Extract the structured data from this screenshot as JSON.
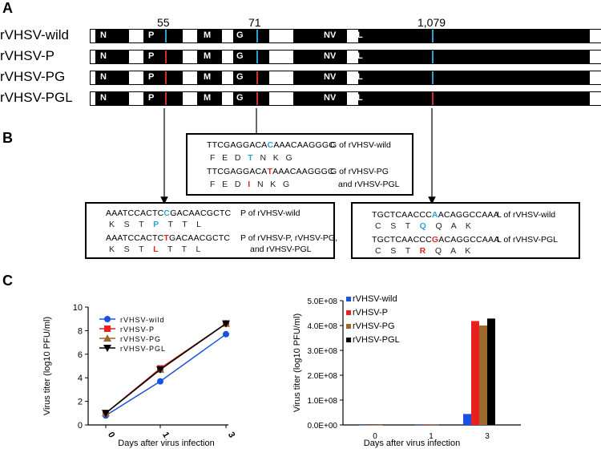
{
  "panel_letters": {
    "a": "A",
    "b": "B",
    "c": "C"
  },
  "panel_a": {
    "positions": [
      "55",
      "71",
      "1,079"
    ],
    "genes": [
      "N",
      "P",
      "M",
      "G",
      "NV",
      "L"
    ],
    "constructs": [
      "rVHSV-wild",
      "rVHSV-P",
      "rVHSV-PG",
      "rVHSV-PGL"
    ]
  },
  "panel_b": {
    "g_box": {
      "seq1_pre": "TTCGAGGACA",
      "seq1_mut": "C",
      "seq1_post": "AAACAAGGGC",
      "desc1": "G of rVHSV-wild",
      "aa1_pre": "F   E   D   ",
      "aa1_mut": "T",
      "aa1_post": "   N   K   G",
      "seq2_pre": "TTCGAGGACA",
      "seq2_mut": "T",
      "seq2_post": "AAACAAGGGC",
      "desc2": "G of rVHSV-PG",
      "aa2_pre": "F   E   D   ",
      "aa2_mut": "I",
      "aa2_post": "   N   K   G",
      "desc2b": "and rVHSV-PGL"
    },
    "p_box": {
      "seq1_pre": "AAATCCACTC",
      "seq1_mut": "C",
      "seq1_post": "GACAACGCTC",
      "desc1": "P of rVHSV-wild",
      "aa1_pre": "K    S    T    ",
      "aa1_mut": "P",
      "aa1_post": "    T    T    L",
      "seq2_pre": "AAATCCACTC",
      "seq2_mut": "T",
      "seq2_post": "GACAACGCTC",
      "desc2": "P of rVHSV-P, rVHSV-PG,",
      "aa2_pre": "K    S    T    ",
      "aa2_mut": "L",
      "aa2_post": "    T    T    L",
      "desc2b": "and rVHSV-PGL"
    },
    "l_box": {
      "seq1_pre": "TGCTCAACCC",
      "seq1_mut": "A",
      "seq1_post": "ACAGGCCAAA",
      "desc1": "L of rVHSV-wild",
      "aa1_pre": "C    S    T    ",
      "aa1_mut": "Q",
      "aa1_post": "    Q    A    K",
      "seq2_pre": "TGCTCAACCC",
      "seq2_mut": "G",
      "seq2_post": "ACAGGCCAAA",
      "desc2": "L of rVHSV-PGL",
      "aa2_pre": "C    S    T    ",
      "aa2_mut": "R",
      "aa2_post": "    Q    A    K"
    }
  },
  "colors": {
    "wild": "#1a52e0",
    "p": "#e8201f",
    "pg": "#9c6a2b",
    "pgl": "#000000",
    "mutation_blue": "#29a3d6",
    "mutation_red": "#d82a2a"
  },
  "chart_data": [
    {
      "type": "line",
      "xlabel": "Days after virus infection",
      "ylabel": "Virus titer (log10 PFU/ml)",
      "x": [
        "0",
        "1",
        "3"
      ],
      "ylim": [
        0,
        10
      ],
      "yticks": [
        "0",
        "2",
        "4",
        "6",
        "8",
        "10"
      ],
      "legend_position": "top-left",
      "series": [
        {
          "name": "rVHSV-wild",
          "values": [
            0.8,
            3.7,
            7.7
          ],
          "marker": "circle",
          "color": "#1a52e0"
        },
        {
          "name": "rVHSV-P",
          "values": [
            1.0,
            4.8,
            8.6
          ],
          "marker": "square",
          "color": "#e8201f"
        },
        {
          "name": "rVHSV-PG",
          "values": [
            1.0,
            4.7,
            8.6
          ],
          "marker": "triangle-up",
          "color": "#9c6a2b"
        },
        {
          "name": "rVHSV-PGL",
          "values": [
            1.0,
            4.7,
            8.6
          ],
          "marker": "triangle-down",
          "color": "#000000"
        }
      ]
    },
    {
      "type": "bar",
      "xlabel": "Days after virus infection",
      "ylabel": "Virus titer (log10 PFU/ml)",
      "categories": [
        "0",
        "1",
        "3"
      ],
      "ylim": [
        0,
        500000000
      ],
      "yticks": [
        "0.0E+00",
        "1.0E+08",
        "2.0E+08",
        "3.0E+08",
        "4.0E+08",
        "5.0E+08"
      ],
      "legend_position": "top-left",
      "series": [
        {
          "name": "rVHSV-wild",
          "values": [
            500,
            500000,
            44000000
          ],
          "color": "#1a52e0"
        },
        {
          "name": "rVHSV-P",
          "values": [
            800,
            800000,
            418000000
          ],
          "color": "#e8201f"
        },
        {
          "name": "rVHSV-PG",
          "values": [
            800,
            800000,
            400000000
          ],
          "color": "#9c6a2b"
        },
        {
          "name": "rVHSV-PGL",
          "values": [
            800,
            800000,
            428000000
          ],
          "color": "#000000"
        }
      ]
    }
  ]
}
